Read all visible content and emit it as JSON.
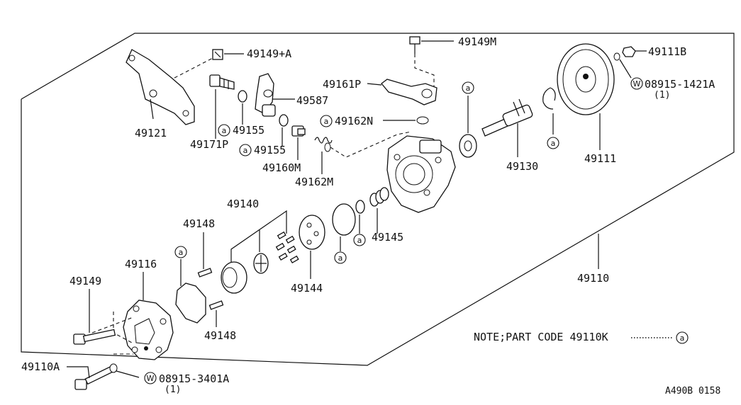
{
  "parts": {
    "p49149_a": "49149+A",
    "p49149m": "49149M",
    "p49111b": "49111B",
    "p49161p": "49161P",
    "p49587": "49587",
    "w_top": "08915-1421A",
    "w_top_qty": "(1)",
    "p49121": "49121",
    "p49155_1": "49155",
    "p49162n": "49162N",
    "p49171p": "49171P",
    "p49155_2": "49155",
    "p49160m": "49160M",
    "p49130": "49130",
    "p49111": "49111",
    "p49162m": "49162M",
    "p49140": "49140",
    "p49148_1": "49148",
    "p49145": "49145",
    "p49116": "49116",
    "p49110": "49110",
    "p49149": "49149",
    "p49144": "49144",
    "p49148_2": "49148",
    "note": "NOTE;PART CODE 49110K",
    "p49110a": "49110A",
    "w_bot": "08915-3401A",
    "w_bot_qty": "(1)",
    "code": "A490B 0158"
  },
  "symbols": {
    "kit_mark": "a",
    "washer_mark": "W"
  }
}
